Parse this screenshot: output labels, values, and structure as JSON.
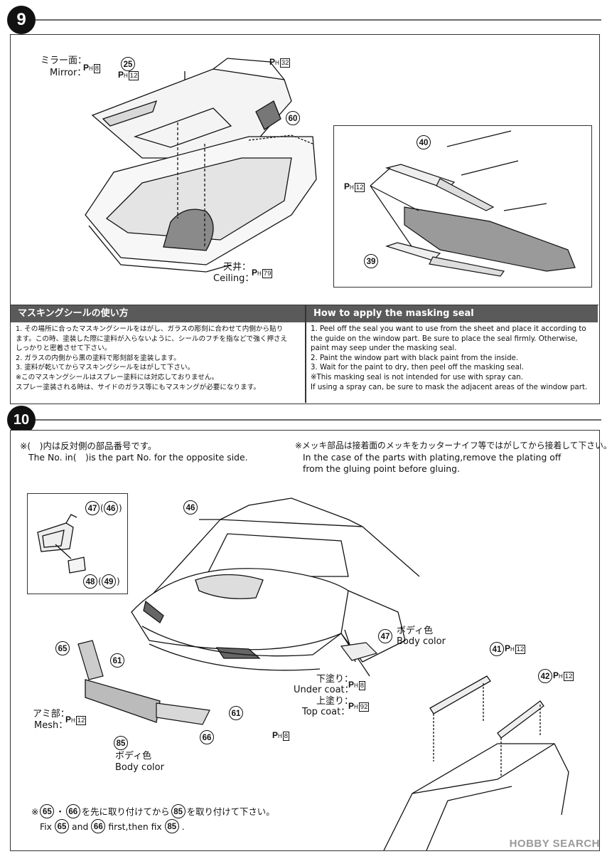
{
  "step9": {
    "number": "9",
    "labels": {
      "mirror_jp": "ミラー面：",
      "mirror_en": "Mirror：",
      "ceiling_jp": "天井：",
      "ceiling_en": "Ceiling："
    },
    "parts": {
      "p25": "25",
      "p60": "60",
      "p40": "40",
      "p39": "39"
    },
    "paints": {
      "mirror": "8",
      "p25": "12",
      "p60": "32",
      "ceiling": "79",
      "wiper": "12"
    },
    "masking": {
      "title_jp": "マスキングシールの使い方",
      "title_en": "How to apply the masking seal",
      "jp_lines": [
        "1. その場所に合ったマスキングシールをはがし、ガラスの彫刻に合わせて内側から貼り",
        "    ます。この時、塗装した際に塗料が入らないように、シールのフチを指などで強く押さえ",
        "    しっかりと密着させて下さい。",
        "2. ガラスの内側から黒の塗料で彫刻部を塗装します。",
        "3. 塗料が乾いてからマスキングシールをはがして下さい。",
        "※このマスキングシールはスプレー塗料には対応しておりません。",
        "   スプレー塗装される時は、サイドのガラス等にもマスキングが必要になります。"
      ],
      "en_lines": [
        "1. Peel off the seal you want to use from the sheet and place it according to",
        "    the guide on the window part. Be sure to place the seal firmly. Otherwise,",
        "    paint may seep under the masking seal.",
        "2. Paint the window part with black paint from the inside.",
        "3. Wait for the paint to dry, then peel off the masking seal.",
        "※This masking seal is not intended for use with spray can.",
        "    If using a spray can, be sure to mask the adjacent areas of the window part."
      ]
    }
  },
  "step10": {
    "number": "10",
    "note_left_jp": "※(　)内は反対側の部品番号です。",
    "note_left_en": "The No. in(　)is the part No. for the opposite side.",
    "note_right_jp": "※メッキ部品は接着面のメッキをカッターナイフ等ではがしてから接着して下さい。",
    "note_right_en1": "In the case of the parts with plating,remove the plating off",
    "note_right_en2": "from the gluing point before gluing.",
    "parts": {
      "p47": "47",
      "p46": "46",
      "p48": "48",
      "p49": "49",
      "p65": "65",
      "p61": "61",
      "p85": "85",
      "p66": "66",
      "p41": "41",
      "p42": "42"
    },
    "labels": {
      "body_color_jp": "ボディ色",
      "body_color_en": "Body color",
      "under_coat_jp": "下塗り：",
      "under_coat_en": "Under coat：",
      "top_coat_jp": "上塗り：",
      "top_coat_en": "Top coat：",
      "mesh_jp": "アミ部：",
      "mesh_en": "Mesh："
    },
    "paints": {
      "under": "8",
      "top": "92",
      "mesh": "12",
      "lights": "8",
      "p41": "12",
      "p42": "12"
    },
    "bottom_jp": {
      "pre": "※",
      "a": "65",
      "dot": "・",
      "b": "66",
      "mid": "を先に取り付けてから",
      "c": "85",
      "post": "を取り付けて下さい。"
    },
    "bottom_en": {
      "pre": "Fix",
      "a": "65",
      "and": "and",
      "b": "66",
      "mid": "first,then fix",
      "c": "85",
      "post": "."
    }
  },
  "watermark": "HOBBY SEARCH",
  "paint_prefix": {
    "p": "P",
    "h": "H"
  }
}
